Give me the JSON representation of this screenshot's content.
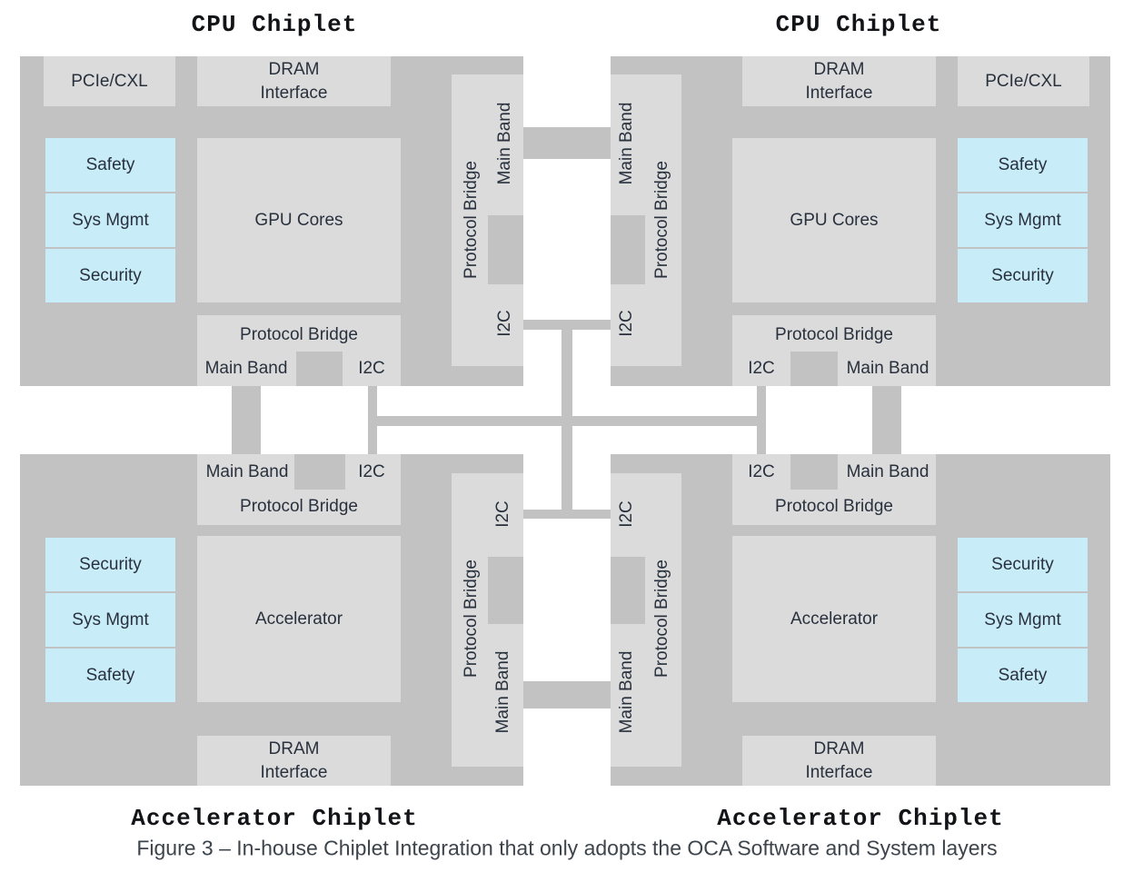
{
  "colors": {
    "background": "#ffffff",
    "chiplet_gray": "#c2c2c2",
    "block_gray": "#dbdbdb",
    "accent_blue": "#c9ecf9",
    "label_text": "#28313d",
    "title_text": "#121417",
    "caption_text": "#3d444c"
  },
  "top_left_chiplet": {
    "title": "CPU Chiplet",
    "pcie_block": "PCIe/CXL",
    "dram_block": "DRAM Interface",
    "core_block": "GPU Cores",
    "service_blocks": [
      "Safety",
      "Sys Mgmt",
      "Security"
    ],
    "h_bridge": {
      "name": "Protocol Bridge",
      "main_band_port": "Main Band",
      "i2c_port": "I2C"
    },
    "v_bridge": {
      "name": "Protocol Bridge",
      "main_band_port": "Main Band",
      "i2c_port": "I2C"
    }
  },
  "top_right_chiplet": {
    "title": "CPU Chiplet",
    "pcie_block": "PCIe/CXL",
    "dram_block": "DRAM Interface",
    "core_block": "GPU Cores",
    "service_blocks": [
      "Safety",
      "Sys Mgmt",
      "Security"
    ],
    "h_bridge": {
      "name": "Protocol Bridge",
      "main_band_port": "Main Band",
      "i2c_port": "I2C"
    },
    "v_bridge": {
      "name": "Protocol Bridge",
      "main_band_port": "Main Band",
      "i2c_port": "I2C"
    }
  },
  "bottom_left_chiplet": {
    "title": "Accelerator Chiplet",
    "dram_block": "DRAM Interface",
    "core_block": "Accelerator",
    "service_blocks": [
      "Security",
      "Sys Mgmt",
      "Safety"
    ],
    "h_bridge": {
      "name": "Protocol Bridge",
      "main_band_port": "Main Band",
      "i2c_port": "I2C"
    },
    "v_bridge": {
      "name": "Protocol Bridge",
      "main_band_port": "Main Band",
      "i2c_port": "I2C"
    }
  },
  "bottom_right_chiplet": {
    "title": "Accelerator Chiplet",
    "dram_block": "DRAM Interface",
    "core_block": "Accelerator",
    "service_blocks": [
      "Security",
      "Sys Mgmt",
      "Safety"
    ],
    "h_bridge": {
      "name": "Protocol Bridge",
      "main_band_port": "Main Band",
      "i2c_port": "I2C"
    },
    "v_bridge": {
      "name": "Protocol Bridge",
      "main_band_port": "Main Band",
      "i2c_port": "I2C"
    }
  },
  "caption": "Figure 3 – In-house Chiplet Integration that only adopts the OCA Software and System layers"
}
